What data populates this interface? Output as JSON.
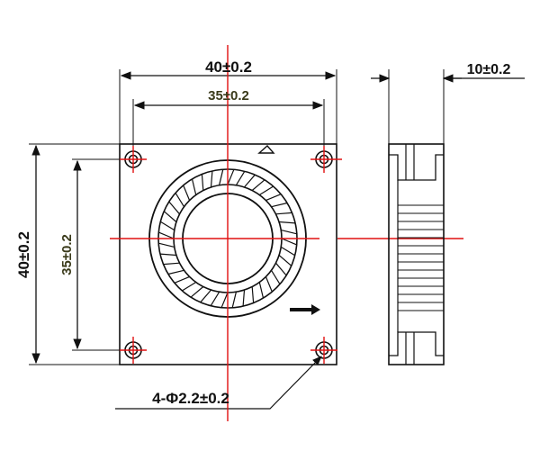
{
  "drawing": {
    "colors": {
      "line": "#111111",
      "centerline": "#e01010",
      "text": "#111111",
      "text_alt": "#3a3a1a"
    },
    "front_view": {
      "width_overall": "40±0.2",
      "width_holes": "35±0.2",
      "height_overall": "40±0.2",
      "height_holes": "35±0.2",
      "mounting_holes": "4-Φ2.2±0.2"
    },
    "side_view": {
      "thickness": "10±0.2"
    }
  }
}
